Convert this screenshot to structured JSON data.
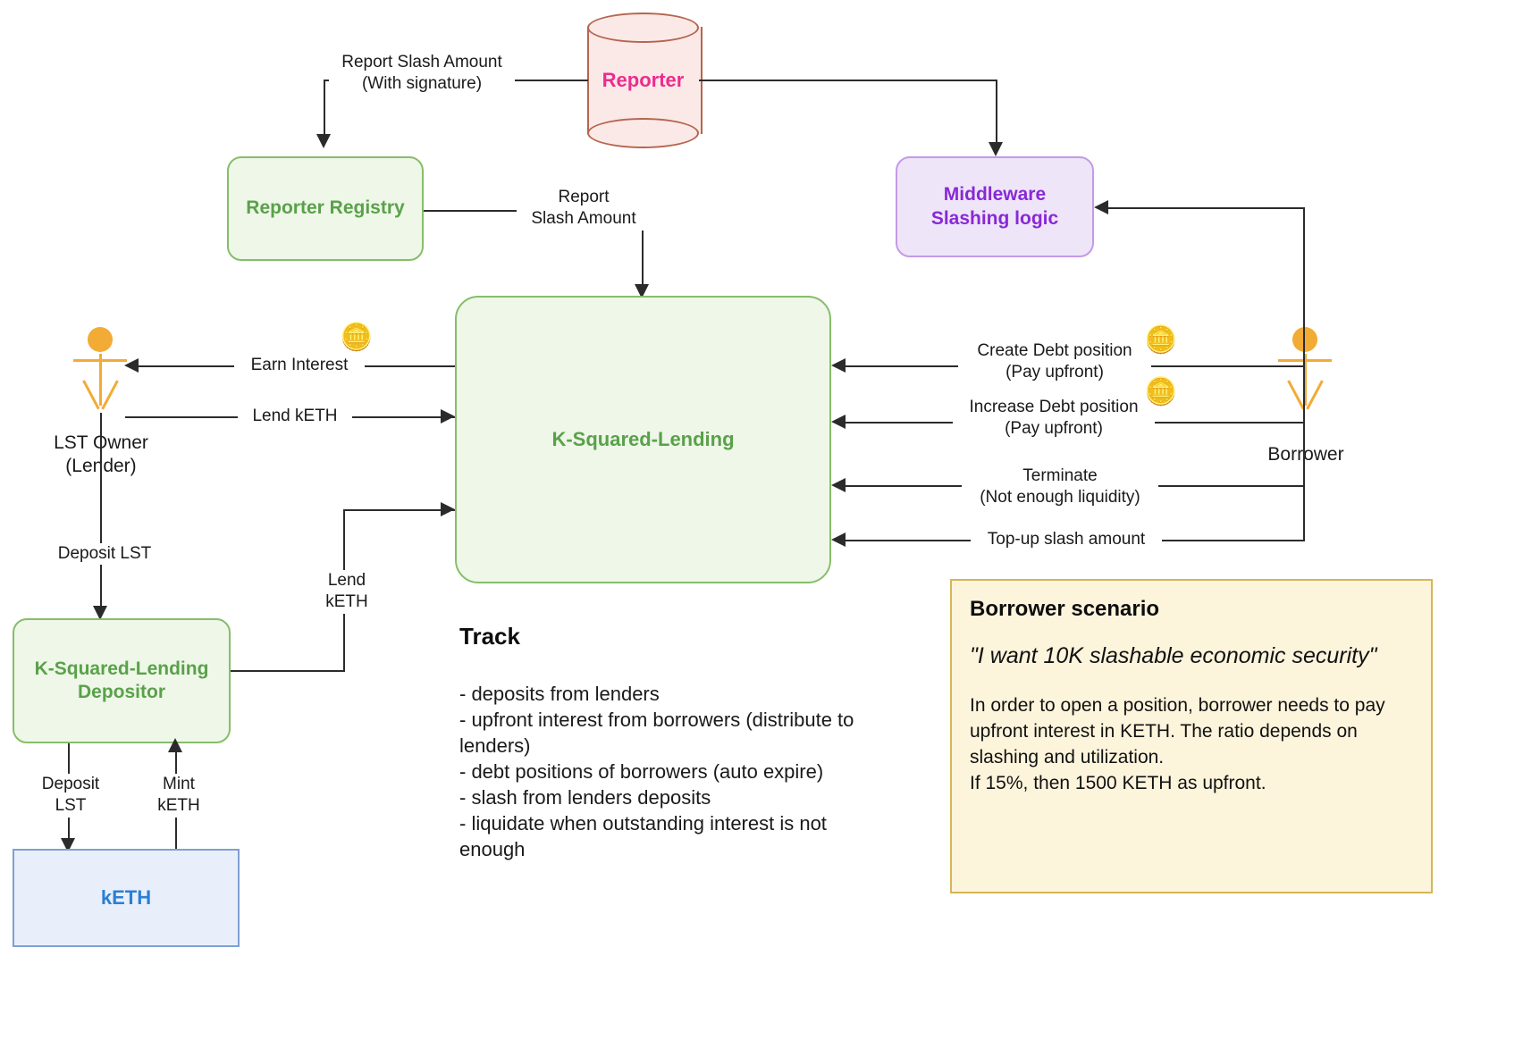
{
  "nodes": {
    "reporter": {
      "label": "Reporter",
      "color": "#ee2b8e"
    },
    "reporter_registry": {
      "label": "Reporter Registry",
      "color": "#5aa14a"
    },
    "middleware": {
      "label": "Middleware\nSlashing logic",
      "color": "#8829d6"
    },
    "k_squared_lending": {
      "label": "K-Squared-Lending",
      "color": "#5aa14a"
    },
    "k_squared_lending_depositor": {
      "label": "K-Squared-Lending\nDepositor",
      "color": "#5aa14a"
    },
    "keth": {
      "label": "kETH",
      "color": "#2b7fd4"
    }
  },
  "actors": {
    "lender": {
      "label": "LST Owner\n(Lender)"
    },
    "borrower": {
      "label": "Borrower"
    }
  },
  "edges": {
    "report_slash_amount_signed": "Report Slash Amount\n(With signature)",
    "report_slash_amount": "Report\nSlash Amount",
    "earn_interest": "Earn Interest",
    "lend_keth": "Lend kETH",
    "deposit_lst_lender": "Deposit LST",
    "lend_keth_depositor": "Lend\nkETH",
    "deposit_lst_keth": "Deposit\nLST",
    "mint_keth": "Mint\nkETH",
    "create_debt_position": "Create Debt position\n(Pay upfront)",
    "increase_debt_position": "Increase Debt position\n(Pay upfront)",
    "terminate": "Terminate\n(Not enough liquidity)",
    "topup_slash_amount": "Top-up slash amount"
  },
  "icons": {
    "coins": "🪙"
  },
  "track": {
    "title": "Track",
    "items": "- deposits from lenders\n- upfront interest from borrowers (distribute to lenders)\n- debt positions of borrowers (auto expire)\n- slash from lenders deposits\n- liquidate when outstanding interest is not enough"
  },
  "note": {
    "title": "Borrower scenario",
    "quote": "\"I want 10K slashable economic security\"",
    "body": "In order to open a position, borrower needs to pay upfront interest in KETH. The ratio depends on slashing and utilization.\nIf 15%, then 1500 KETH as upfront."
  }
}
